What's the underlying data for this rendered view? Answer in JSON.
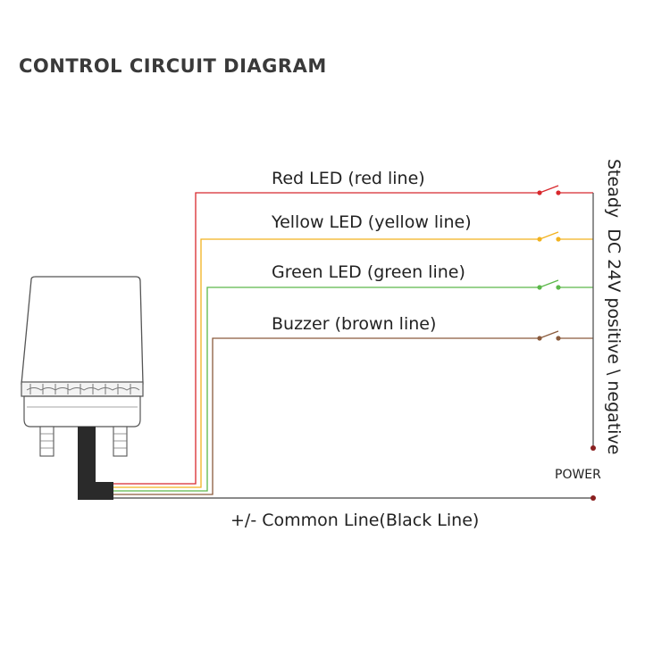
{
  "title": "CONTROL CIRCUIT DIAGRAM",
  "lines": [
    {
      "label": "Red LED (red line)",
      "color": "#d8282d"
    },
    {
      "label": "Yellow LED (yellow line)",
      "color": "#f2b21f"
    },
    {
      "label": "Green LED (green line)",
      "color": "#5cb84a"
    },
    {
      "label": "Buzzer (brown line)",
      "color": "#8a5b3c"
    }
  ],
  "common_line": {
    "label": "+/- Common Line(Black Line)",
    "color": "#444444"
  },
  "power_label": "POWER",
  "supply_label": "Steady  DC 24V positive \\ negative"
}
